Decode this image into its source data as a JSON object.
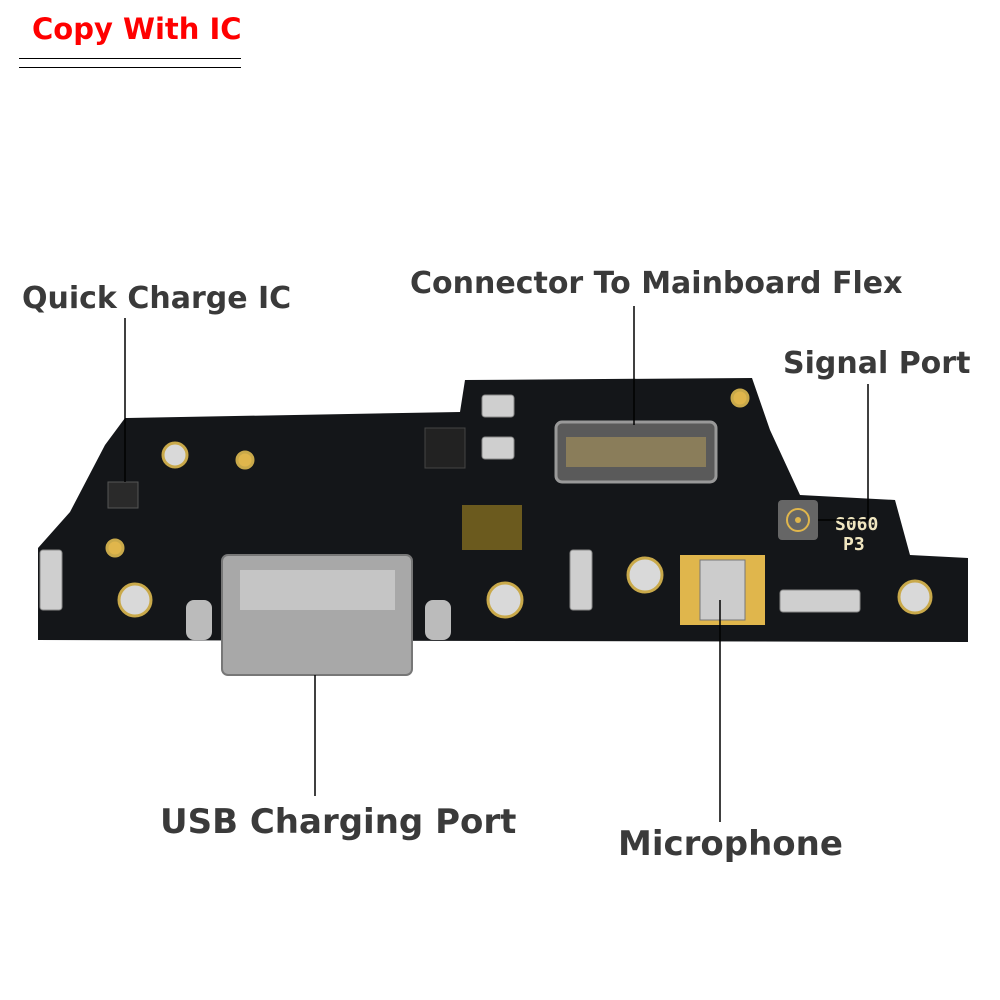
{
  "badge": {
    "text": "Copy With IC",
    "color": "#ff0000"
  },
  "callouts": {
    "quick_charge_ic": "Quick Charge IC",
    "connector": "Connector To Mainboard Flex",
    "signal_port": "Signal Port",
    "usb_port": "USB Charging Port",
    "microphone": "Microphone"
  },
  "board_silkscreen": {
    "line1": "S060",
    "line2": "P3"
  }
}
